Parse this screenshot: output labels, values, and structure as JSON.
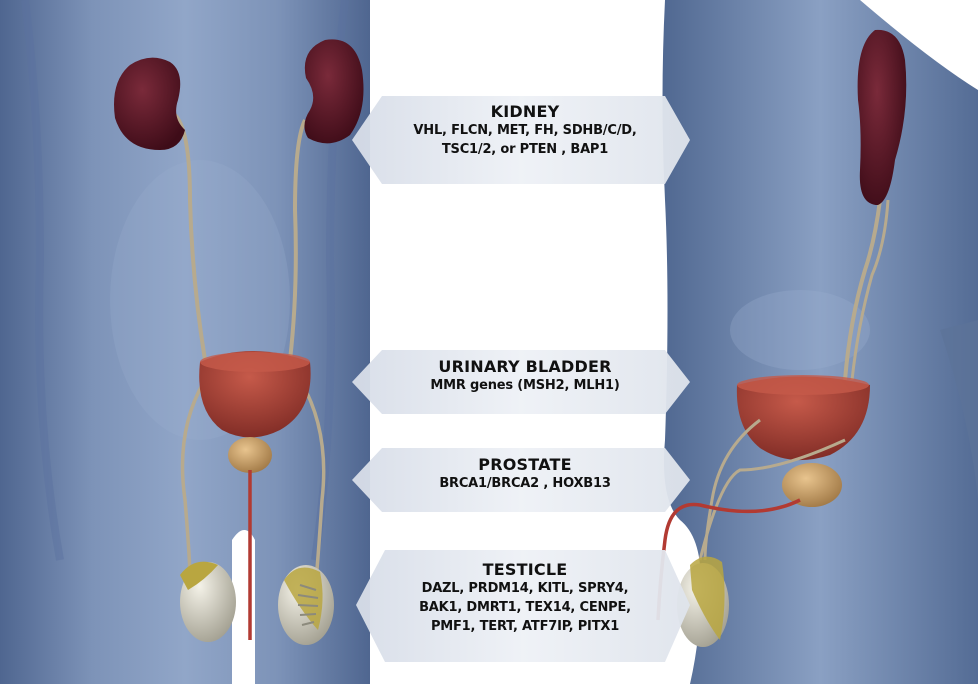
{
  "organs": {
    "kidney": {
      "name": "KIDNEY",
      "genes": [
        "VHL, FLCN, MET, FH, SDHB/C/D,",
        "TSC1/2, or PTEN , BAP1"
      ]
    },
    "bladder": {
      "name": "URINARY BLADDER",
      "genes": [
        "MMR genes (MSH2, MLH1)"
      ]
    },
    "prostate": {
      "name": "PROSTATE",
      "genes": [
        "BRCA1/BRCA2 , HOXB13"
      ]
    },
    "testicle": {
      "name": "TESTICLE",
      "genes": [
        "DAZL, PRDM14, KITL, SPRY4,",
        "BAK1, DMRT1, TEX14, CENPE,",
        "PMF1, TERT, ATF7IP, PITX1"
      ]
    }
  },
  "colors": {
    "body": "#6f86ab",
    "kidney": "#5a1626",
    "bladder": "#a8463a",
    "prostate": "#c9a36c",
    "testicle": "#d9d6c6",
    "epididymis": "#b9a640",
    "ureter": "#b7aa8e",
    "urethra": "#b23a32"
  }
}
